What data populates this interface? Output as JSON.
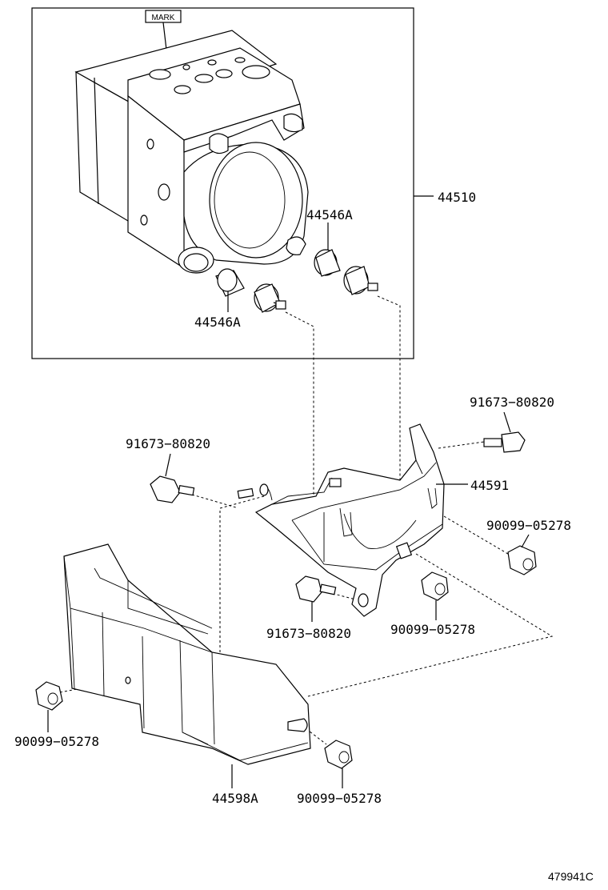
{
  "diagram": {
    "mark_label": "MARK",
    "figure_code": "479941C",
    "labels": {
      "pn_44510": "44510",
      "pn_44546A_upper": "44546A",
      "pn_44546A_lower": "44546A",
      "pn_91673_top_right": "91673−80820",
      "pn_91673_left": "91673−80820",
      "pn_91673_bottom": "91673−80820",
      "pn_44591": "44591",
      "pn_90099_right": "90099−05278",
      "pn_90099_middle": "90099−05278",
      "pn_90099_left": "90099−05278",
      "pn_90099_bottom": "90099−05278",
      "pn_44598A": "44598A"
    }
  }
}
